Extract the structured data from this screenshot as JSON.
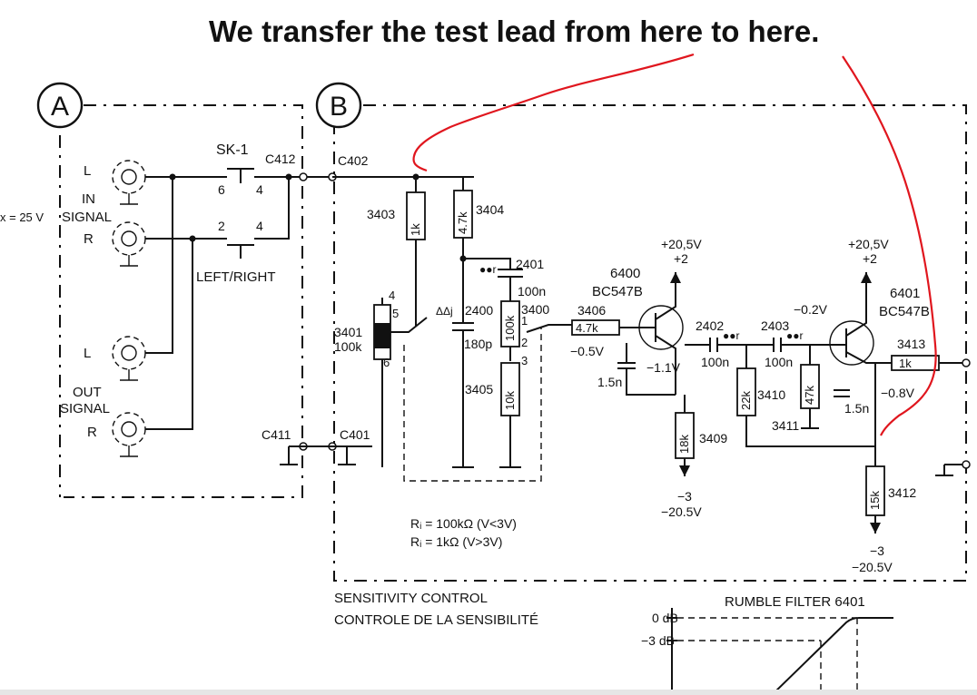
{
  "annotation": {
    "note": "We transfer the test lead from here to here."
  },
  "blocks": {
    "a": "A",
    "b": "B"
  },
  "switch": {
    "sk1": "SK-1",
    "mode": "LEFT/RIGHT",
    "pin6": "6",
    "pin4a": "4",
    "pin2": "2",
    "pin4b": "4"
  },
  "io": {
    "in": "IN",
    "signal_in": "SIGNAL",
    "l_in": "L",
    "r_in": "R",
    "out": "OUT",
    "signal_out": "SIGNAL",
    "l_out": "L",
    "r_out": "R",
    "edge_label": "x = 25 V"
  },
  "connectors": {
    "c412": "C412",
    "c402": "C402",
    "c411": "C411",
    "c401": "C401"
  },
  "pot": {
    "ref": "3401",
    "value": "100k",
    "pin4": "4",
    "pin5": "5",
    "pin6": "6",
    "pin1": "1",
    "pin2": "2",
    "pin3": "3"
  },
  "resistors": {
    "r3403": "3403",
    "r3403_val": "1k",
    "r3404": "3404",
    "r3404_val": "4.7k",
    "r3400": "3400",
    "r3400_val": "100k",
    "r3405": "3405",
    "r3405_val": "10k",
    "r3406": "3406",
    "r3406_val": "4.7k",
    "r3409": "3409",
    "r3409_val": "18k",
    "r3410": "3410",
    "r3410_val": "22k",
    "r3411": "3411",
    "r3411_val": "47k",
    "r3412": "3412",
    "r3412_val": "15k",
    "r3413": "3413",
    "r3413_val": "1k"
  },
  "capacitors": {
    "c2401": "2401",
    "c2401_val": "100n",
    "c2400": "2400",
    "c2400_val": "180p",
    "c2402": "2402",
    "c2402_val": "100n",
    "c2403": "2403",
    "c2403_val": "100n",
    "cap_a": "1.5n",
    "cap_b": "1.5n",
    "mark_a": "●●r",
    "mark_b": "●●r",
    "mark_c": "●●r",
    "mark_d": "ΔΔj"
  },
  "transistors": {
    "t1_ref": "6400",
    "t1_type": "BC547B",
    "t2_ref": "6401",
    "t2_type": "BC547B"
  },
  "voltages": {
    "v1_supply": "+20,5V",
    "v1_sub": "+2",
    "v2_supply": "+20,5V",
    "v2_sub": "+2",
    "v_m05": "−0.5V",
    "v_m11": "−1.1V",
    "v_m02": "−0.2V",
    "v_m08": "−0.8V",
    "neg1_a": "−3",
    "neg1_b": "−20.5V",
    "neg2_a": "−3",
    "neg2_b": "−20.5V"
  },
  "notes": {
    "ri_low": "Rᵢ = 100kΩ (V<3V)",
    "ri_high": "Rᵢ = 1kΩ (V>3V)",
    "sens_en": "SENSITIVITY CONTROL",
    "sens_fr": "CONTROLE DE LA SENSIBILITÉ",
    "rumble": "RUMBLE FILTER 6401",
    "db0": "0 dB",
    "db3": "−3 dB"
  },
  "colors": {
    "annotation_red": "#e0161e",
    "ink": "#111111"
  }
}
